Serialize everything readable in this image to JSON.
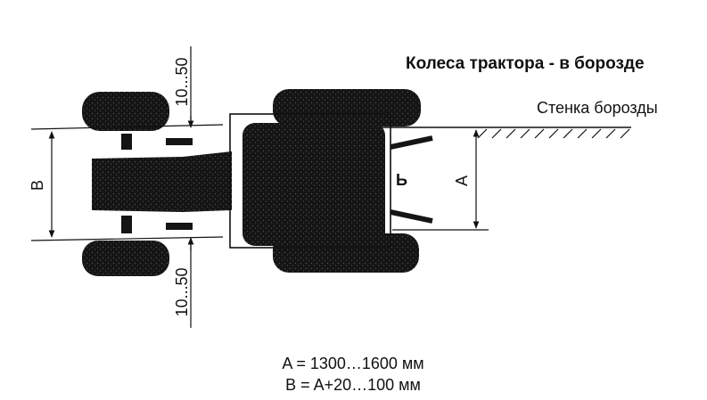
{
  "title": "Колеса трактора - в борозде",
  "wall_label": "Стенка борозды",
  "dim_top": "10...50",
  "dim_bottom": "10...50",
  "dim_A": "A",
  "dim_B": "B",
  "logo_letter": "Ь",
  "formula_A": "A = 1300…1600 мм",
  "formula_B": "B = A+20…100 мм",
  "colors": {
    "ink": "#111111",
    "paper": "#ffffff"
  }
}
